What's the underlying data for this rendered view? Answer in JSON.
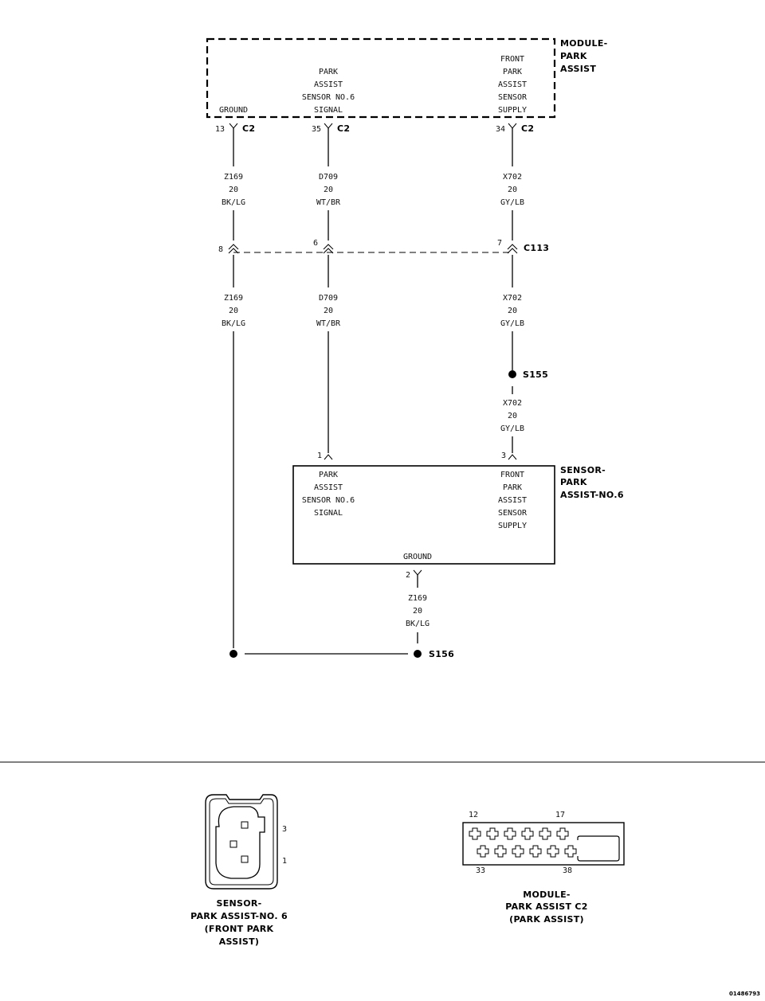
{
  "module": {
    "title": [
      "MODULE-",
      "PARK",
      "ASSIST"
    ],
    "ground_label": "GROUND",
    "signal_label": [
      "PARK",
      "ASSIST",
      "SENSOR NO.6",
      "SIGNAL"
    ],
    "supply_label": [
      "FRONT",
      "PARK",
      "ASSIST",
      "SENSOR",
      "SUPPLY"
    ],
    "pins": {
      "ground": {
        "number": "13",
        "connector": "C2"
      },
      "signal": {
        "number": "35",
        "connector": "C2"
      },
      "supply": {
        "number": "34",
        "connector": "C2"
      }
    }
  },
  "wires_upper": {
    "ground": [
      "Z169",
      "20",
      "BK/LG"
    ],
    "signal": [
      "D709",
      "20",
      "WT/BR"
    ],
    "supply": [
      "X702",
      "20",
      "GY/LB"
    ]
  },
  "inline_connector": {
    "name": "C113",
    "pins": {
      "ground": "8",
      "signal": "6",
      "supply": "7"
    }
  },
  "wires_middle": {
    "ground": [
      "Z169",
      "20",
      "BK/LG"
    ],
    "signal": [
      "D709",
      "20",
      "WT/BR"
    ],
    "supply": [
      "X702",
      "20",
      "GY/LB"
    ]
  },
  "splices": {
    "supply": "S155",
    "ground": "S156"
  },
  "wire_after_s155": [
    "X702",
    "20",
    "GY/LB"
  ],
  "sensor": {
    "title": [
      "SENSOR-",
      "PARK",
      "ASSIST-NO.6"
    ],
    "signal_label": [
      "PARK",
      "ASSIST",
      "SENSOR NO.6",
      "SIGNAL"
    ],
    "supply_label": [
      "FRONT",
      "PARK",
      "ASSIST",
      "SENSOR",
      "SUPPLY"
    ],
    "ground_label": "GROUND",
    "pins": {
      "signal": "1",
      "supply": "3",
      "ground": "2"
    }
  },
  "sensor_ground_wire": [
    "Z169",
    "20",
    "BK/LG"
  ],
  "sensor_connector_view": {
    "pin_labels": {
      "top": "3",
      "bottom": "1"
    },
    "caption": [
      "SENSOR-",
      "PARK ASSIST-NO. 6",
      "(FRONT PARK",
      "ASSIST)"
    ]
  },
  "module_connector_view": {
    "pin_labels": {
      "top_left": "12",
      "top_right": "17",
      "bottom_left": "33",
      "bottom_right": "38"
    },
    "caption": [
      "MODULE-",
      "PARK ASSIST C2",
      "(PARK ASSIST)"
    ]
  },
  "figure_id": "01486793"
}
